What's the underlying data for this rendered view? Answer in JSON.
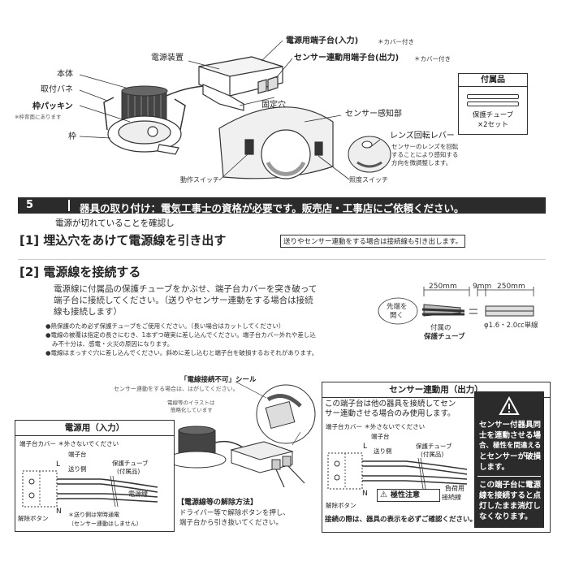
{
  "top": {
    "labels": {
      "power_unit": "電源装置",
      "power_terminal": "電源用端子台(入力)",
      "cover_note1": "＊カバー付き",
      "sensor_terminal": "センサー連動用端子台(出力)",
      "cover_note2": "＊カバー付き",
      "body": "本体",
      "mount_spring": "取付バネ",
      "frame_packing": "枠パッキン",
      "packing_note": "※枠背面にあります",
      "frame": "枠",
      "fix_hole": "固定穴",
      "sensor_part": "センサー感知部",
      "lens_lever": "レンズ回転レバー",
      "lens_desc": [
        "センサーのレンズを回転",
        "することにより感知する",
        "方向を微調整します。"
      ],
      "operation_switch": "動作スイッチ",
      "illuminance_switch": "照度スイッチ"
    },
    "accessory": {
      "title": "付属品",
      "item": "保護チューブ",
      "qty": "×2セット"
    }
  },
  "section": {
    "number": "5",
    "title": "器具の取り付け：電気工事士の資格が必要です。販売店・工事店にご依頼ください。"
  },
  "step1": {
    "pre": "電源が切れていることを確認し",
    "title": "[1]  埋込穴をあけて電源線を引き出す",
    "note": "送りやセンサー連動をする場合は接続線も引き出します。"
  },
  "step2": {
    "title": "[2]  電源線を接続する",
    "para": [
      "電源線に付属品の保護チューブをかぶせ、端子台カバーを突き破って",
      "端子台に接続してください。（送りやセンサー連動をする場合は接続",
      "線も接続します）"
    ],
    "bullets": [
      "●熱保護のため必ず保護チューブをご使用ください。（長い場合はカットしてください）",
      "●電線の被覆は指定の長さにむき、1本ずつ確実に差し込んでください。端子台カバー外れや差し込",
      "み不十分は、感電・火災の原因になります。",
      "●電線はまっすぐ穴に差し込んでください。斜めに差し込むと端子台を破損するおそれがあります。"
    ]
  },
  "wire_spec": {
    "len1": "250mm",
    "len2": "9mm",
    "len3": "250mm",
    "open_tip": [
      "先端を",
      "開く"
    ],
    "tube": [
      "付属の",
      "保護チューブ"
    ],
    "gauge": "φ1.6・2.0㏄単線"
  },
  "seal": {
    "title": "「電線接続不可」シール",
    "note": "センサー連動をする場合は、はがしてください。"
  },
  "illus_note": [
    "電線等のイラストは",
    "簡略化しています"
  ],
  "input_box": {
    "title": "電源用（入力）",
    "cover_note": "端子台カバー ＊外さないでください",
    "terminal": "端子台",
    "L": "L",
    "N": "N",
    "send_side": "送り側",
    "tube": [
      "保護チューブ",
      "(付属品)"
    ],
    "power_line": "電源線",
    "release": "解除ボタン",
    "note": [
      "＊送り側は常時通電",
      "（センサー連動はしません）"
    ]
  },
  "release_method": {
    "title": "【電源線等の解除方法】",
    "text": [
      "ドライバー等で解除ボタンを押し、",
      "端子台から引き抜いてください。"
    ]
  },
  "sensor_box": {
    "title": "センサー連動用（出力）",
    "desc": [
      "この端子台は他の器具を接続してセン",
      "サー連動させる場合のみ使用します。"
    ],
    "cover_note": "端子台カバー ＊外さないでください",
    "terminal": "端子台",
    "L": "L",
    "N": "N",
    "send_side": "送り側",
    "tube": [
      "保護チューブ",
      "(付属品)"
    ],
    "load_line": [
      "負荷用",
      "接続線"
    ],
    "polarity": "極性注意",
    "release": "解除ボタン",
    "footer": "接続の際は、器具の表示を必ずご確認ください。",
    "warn1": [
      "センサー付器具同",
      "士を連動させる場",
      "合、極性を間違える",
      "とセンサーが破損",
      "します。"
    ],
    "warn2": [
      "この端子台に電源",
      "線を接続すると点",
      "灯したまま消灯し",
      "なくなります。"
    ]
  }
}
